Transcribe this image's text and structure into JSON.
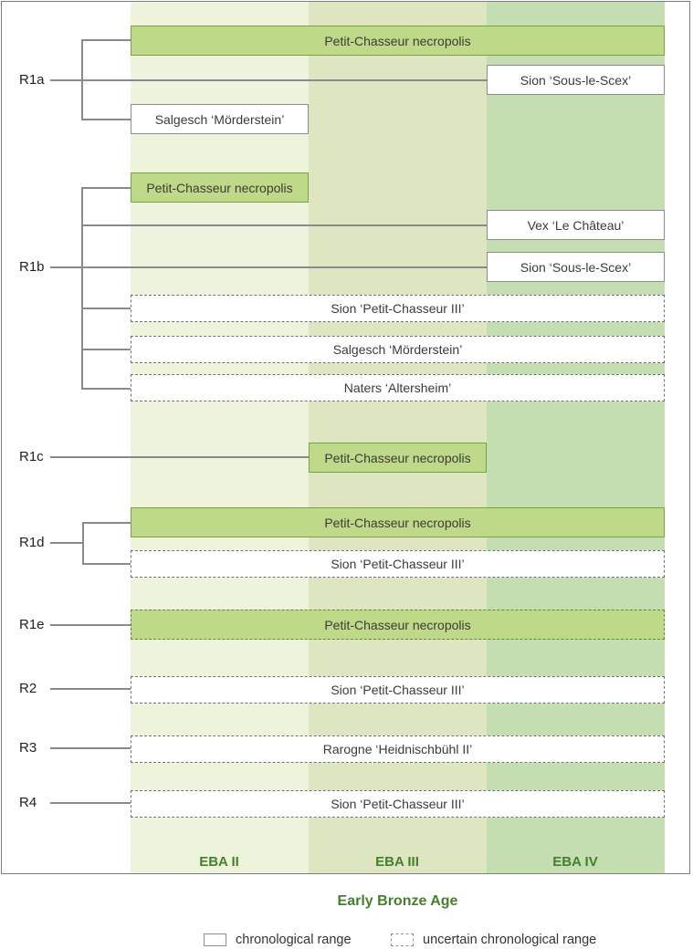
{
  "chart_data": {
    "type": "timeline",
    "description": "Chronological ranges of Early Bronze Age funerary/settlement sites grouped by pottery types R1a-R4",
    "x_axis": {
      "title": "Early Bronze Age",
      "categories": [
        "EBA II",
        "EBA III",
        "EBA IV"
      ]
    },
    "legend": [
      {
        "style": "solid",
        "label": "chronological range"
      },
      {
        "style": "dashed",
        "label": "uncertain chronological range"
      }
    ],
    "groups": [
      {
        "id": "R1a",
        "entries": [
          {
            "site": "Petit-Chasseur necropolis",
            "start": "EBA II",
            "end": "EBA IV",
            "certain": true,
            "highlighted": true
          },
          {
            "site": "Sion ‘Sous-le-Scex’",
            "start": "EBA IV",
            "end": "EBA IV",
            "certain": true,
            "highlighted": false
          },
          {
            "site": "Salgesch ‘Mörderstein’",
            "start": "EBA II",
            "end": "EBA II",
            "certain": true,
            "highlighted": false
          }
        ]
      },
      {
        "id": "R1b",
        "entries": [
          {
            "site": "Petit-Chasseur necropolis",
            "start": "EBA II",
            "end": "EBA II",
            "certain": true,
            "highlighted": true
          },
          {
            "site": "Vex ‘Le Château’",
            "start": "EBA IV",
            "end": "EBA IV",
            "certain": true,
            "highlighted": false
          },
          {
            "site": "Sion ‘Sous-le-Scex’",
            "start": "EBA IV",
            "end": "EBA IV",
            "certain": true,
            "highlighted": false
          },
          {
            "site": "Sion ‘Petit-Chasseur III’",
            "start": "EBA II",
            "end": "EBA IV",
            "certain": false,
            "highlighted": false
          },
          {
            "site": "Salgesch ‘Mörderstein’",
            "start": "EBA II",
            "end": "EBA IV",
            "certain": false,
            "highlighted": false
          },
          {
            "site": "Naters ‘Altersheim’",
            "start": "EBA II",
            "end": "EBA IV",
            "certain": false,
            "highlighted": false
          }
        ]
      },
      {
        "id": "R1c",
        "entries": [
          {
            "site": "Petit-Chasseur necropolis",
            "start": "EBA III",
            "end": "EBA III",
            "certain": true,
            "highlighted": true
          }
        ]
      },
      {
        "id": "R1d",
        "entries": [
          {
            "site": "Petit-Chasseur necropolis",
            "start": "EBA II",
            "end": "EBA IV",
            "certain": true,
            "highlighted": true
          },
          {
            "site": "Sion ‘Petit-Chasseur III’",
            "start": "EBA II",
            "end": "EBA IV",
            "certain": false,
            "highlighted": false
          }
        ]
      },
      {
        "id": "R1e",
        "entries": [
          {
            "site": "Petit-Chasseur necropolis",
            "start": "EBA II",
            "end": "EBA IV",
            "certain": false,
            "highlighted": true
          }
        ]
      },
      {
        "id": "R2",
        "entries": [
          {
            "site": "Sion ‘Petit-Chasseur III’",
            "start": "EBA II",
            "end": "EBA IV",
            "certain": false,
            "highlighted": false
          }
        ]
      },
      {
        "id": "R3",
        "entries": [
          {
            "site": "Rarogne ‘Heidnischbühl II’",
            "start": "EBA II",
            "end": "EBA IV",
            "certain": false,
            "highlighted": false
          }
        ]
      },
      {
        "id": "R4",
        "entries": [
          {
            "site": "Sion ‘Petit-Chasseur III’",
            "start": "EBA II",
            "end": "EBA IV",
            "certain": false,
            "highlighted": false
          }
        ]
      }
    ]
  },
  "colors": {
    "band_eba2": "#eef3dc",
    "band_eba3": "#dde6c0",
    "band_eba4": "#c4ddb1",
    "highlight_fill": "#bed987",
    "highlight_border": "#76a348",
    "box_border": "#8c8c8c",
    "dashed_border": "#707070",
    "connector": "#8a8a8a",
    "axis_green": "#44802c",
    "text": "#3b3b3b"
  }
}
